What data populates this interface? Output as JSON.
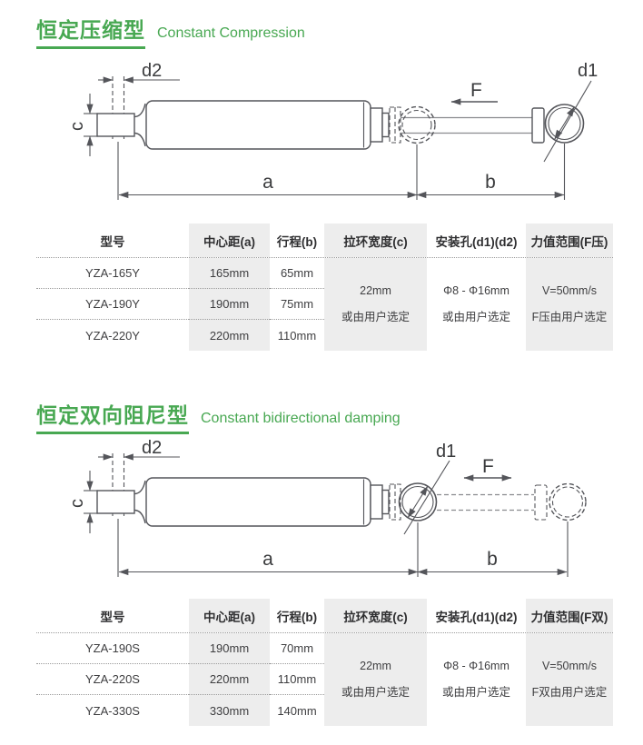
{
  "sections": [
    {
      "title_zh": "恒定压缩型",
      "title_en": "Constant Compression",
      "diagram": {
        "labels": {
          "d2": "d2",
          "c": "c",
          "d1": "d1",
          "F": "F",
          "a": "a",
          "b": "b"
        }
      },
      "table": {
        "headers": {
          "model": "型号",
          "center_distance": "中心距(a)",
          "stroke": "行程(b)",
          "ring_width": "拉环宽度(c)",
          "mounting_hole": "安装孔(d1)(d2)",
          "force_range": "力值范围(F压)"
        },
        "rows": [
          {
            "model": "YZA-165Y",
            "center_distance": "165mm",
            "stroke": "65mm"
          },
          {
            "model": "YZA-190Y",
            "center_distance": "190mm",
            "stroke": "75mm"
          },
          {
            "model": "YZA-220Y",
            "center_distance": "220mm",
            "stroke": "110mm"
          }
        ],
        "ring_width_cell": {
          "line1": "22mm",
          "line2": "或由用户选定"
        },
        "mounting_hole_cell": {
          "line1": "Φ8 - Φ16mm",
          "line2": "或由用户选定"
        },
        "force_range_cell": {
          "line1": "V=50mm/s",
          "line2": "F压由用户选定"
        }
      }
    },
    {
      "title_zh": "恒定双向阻尼型",
      "title_en": "Constant bidirectional damping",
      "diagram": {
        "labels": {
          "d2": "d2",
          "c": "c",
          "d1": "d1",
          "F": "F",
          "a": "a",
          "b": "b"
        }
      },
      "table": {
        "headers": {
          "model": "型号",
          "center_distance": "中心距(a)",
          "stroke": "行程(b)",
          "ring_width": "拉环宽度(c)",
          "mounting_hole": "安装孔(d1)(d2)",
          "force_range": "力值范围(F双)"
        },
        "rows": [
          {
            "model": "YZA-190S",
            "center_distance": "190mm",
            "stroke": "70mm"
          },
          {
            "model": "YZA-220S",
            "center_distance": "220mm",
            "stroke": "110mm"
          },
          {
            "model": "YZA-330S",
            "center_distance": "330mm",
            "stroke": "140mm"
          }
        ],
        "ring_width_cell": {
          "line1": "22mm",
          "line2": "或由用户选定"
        },
        "mounting_hole_cell": {
          "line1": "Φ8 - Φ16mm",
          "line2": "或由用户选定"
        },
        "force_range_cell": {
          "line1": "V=50mm/s",
          "line2": "F双由用户选定"
        }
      }
    }
  ]
}
